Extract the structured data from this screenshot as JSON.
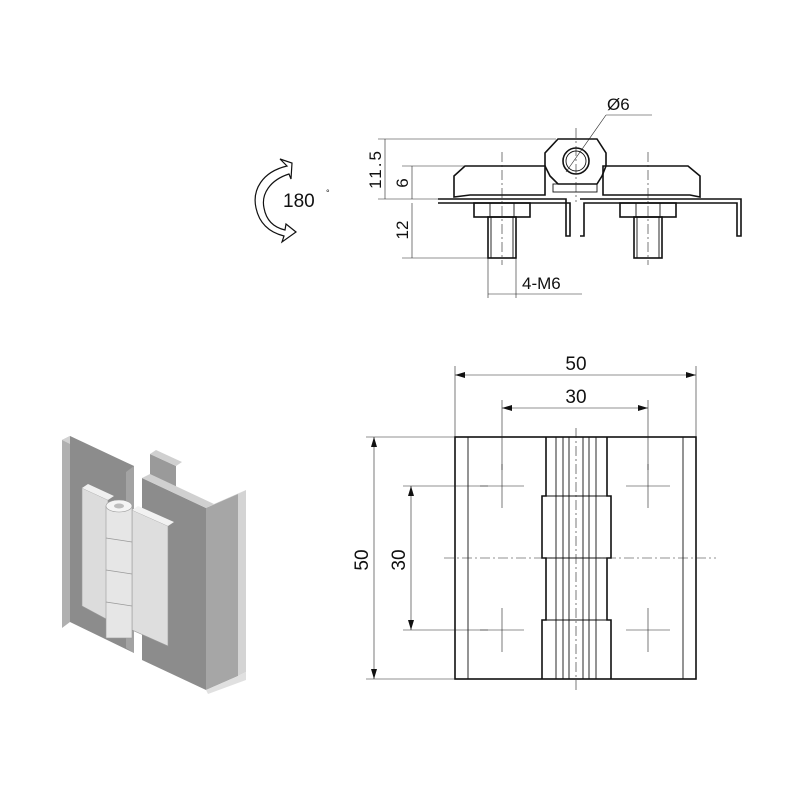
{
  "side_view": {
    "pin_diameter": "Ø6",
    "height_knuckle": "11.5",
    "height_leaf": "6",
    "bolt_length": "12",
    "bolt_spec": "4-M6"
  },
  "rotation": {
    "angle": "180",
    "degree_mark": "°"
  },
  "front_view": {
    "overall_width": "50",
    "hole_spacing_horizontal": "30",
    "overall_height": "50",
    "hole_spacing_vertical": "30"
  },
  "colors": {
    "line": "#111111",
    "steel_dark": "#8a8a8a",
    "steel_light": "#c8c8c8",
    "hinge_body": "#e0e0e0"
  }
}
